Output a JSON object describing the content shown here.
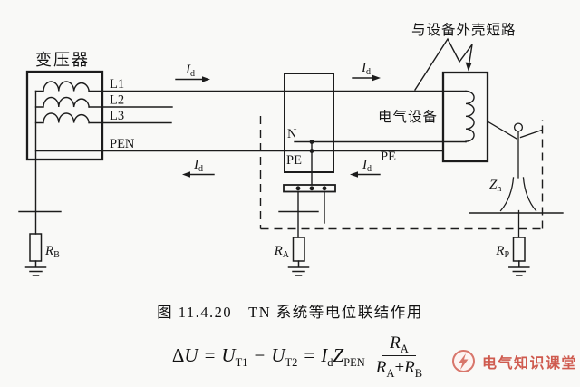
{
  "diagram": {
    "transformer_label": "变压器",
    "phase_lines": [
      "L1",
      "L2",
      "L3"
    ],
    "pen_label": "PEN",
    "neutral_label": "N",
    "pe_label": "PE",
    "pe_conductor_label": "PE",
    "equipment_label": "电气设备",
    "fault_label": "与设备外壳短路",
    "current": {
      "symbol": "I",
      "sub": "d"
    },
    "impedances": {
      "body": {
        "symbol": "Z",
        "sub": "h"
      },
      "source_earth": {
        "symbol": "R",
        "sub": "B"
      },
      "bonding_earth": {
        "symbol": "R",
        "sub": "A"
      },
      "person_earth": {
        "symbol": "R",
        "sub": "P"
      }
    }
  },
  "caption": "图 11.4.20　TN 系统等电位联结作用",
  "formula": {
    "delta": "Δ",
    "u": "U",
    "sub_t1": "T1",
    "minus": "−",
    "sub_t2": "T2",
    "eq": "=",
    "i": "I",
    "sub_d": "d",
    "z": "Z",
    "sub_pen": "PEN",
    "r": "R",
    "sub_a": "A",
    "plus": "+",
    "sub_b": "B"
  },
  "watermark": {
    "text": "电气知识课堂",
    "accent_color": "#cf5b4f"
  },
  "colors": {
    "line": "#1c1c1c",
    "background": "#f9f9f7"
  }
}
